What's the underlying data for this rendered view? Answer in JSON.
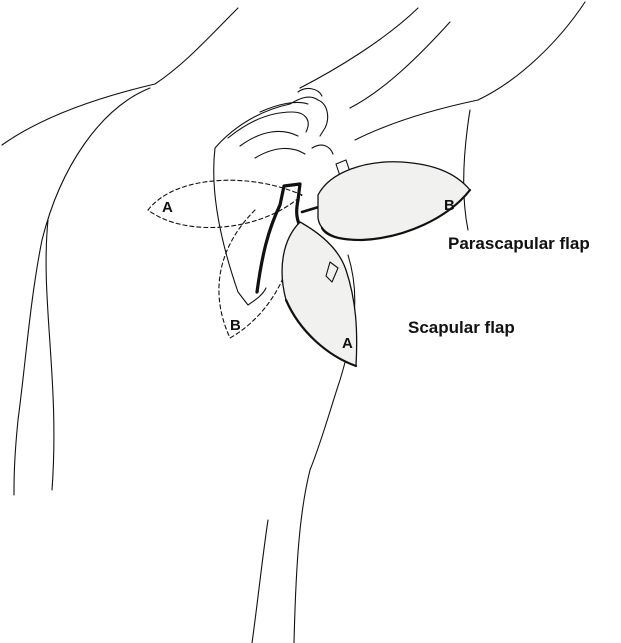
{
  "labels": {
    "flap_a_outline": "A",
    "flap_b_outline": "B",
    "flap_a_raised": "A",
    "flap_b_raised": "B",
    "parascapular_flap": "Parascapular flap",
    "scapular_flap": "Scapular flap"
  },
  "colors": {
    "ink": "#111111",
    "flap_fill": "#f1f1ef"
  }
}
